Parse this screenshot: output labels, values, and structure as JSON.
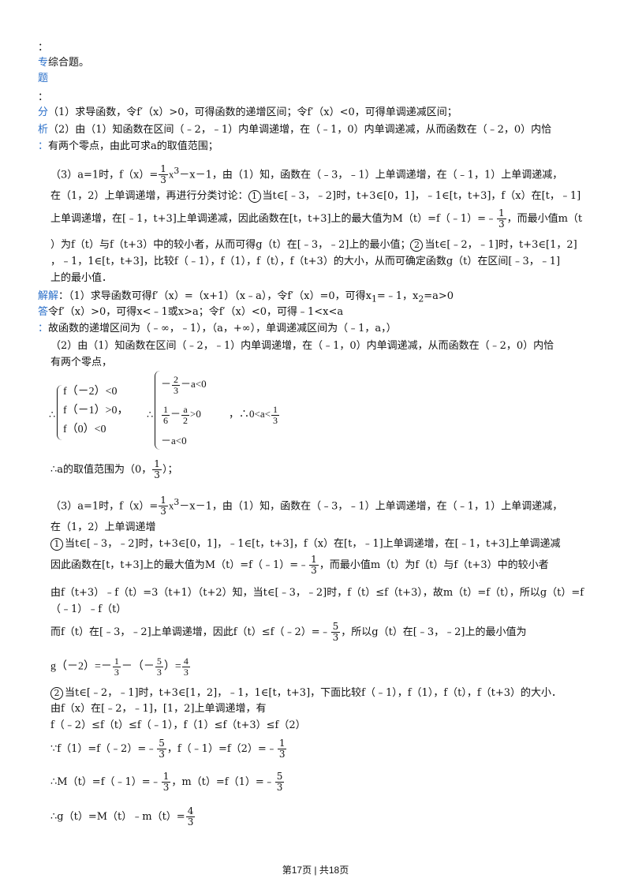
{
  "header": {
    "colon": "：",
    "zhuan": "专",
    "zhuan_text": "综合题。",
    "ti": "题",
    "colon2": "：",
    "fen": "分",
    "fen_text": "（1）求导函数，令f′（x）>0，可得函数的递增区间；令f′（x）<0，可得单调递减区间；",
    "xi": "析",
    "xi_text": "（2）由（1）知函数在区间（﹣2，﹣1）内单调递增，在（﹣1，0）内单调递减，从而函数在（﹣2，0）内恰",
    "colon3": "：",
    "xi_text2": "有两个零点，由此可求a的取值范围；"
  },
  "analysis": {
    "p3_a": "（3）a=1时，f（x）=",
    "p3_frac_n": "1",
    "p3_frac_d": "3",
    "p3_b": "x",
    "p3_sup": "3",
    "p3_c": "－x－1，由（1）知，函数在（﹣3，﹣1）上单调递增，在（﹣1，1）上单调递减，",
    "l2": "在（1，2）上单调递增，再进行分类讨论：",
    "l2_circ": "1",
    "l2_b": "当t∈[﹣3，﹣2]时，t+3∈[0，1]，﹣1∈[t，t+3]，f（x）在[t，﹣1]",
    "l3_a": "上单调递增，在[﹣1，t+3]上单调递减，因此函数在[t，t+3]上的最大值为M（t）=f（﹣1）=﹣",
    "l3_frac_n": "1",
    "l3_frac_d": "3",
    "l3_b": "，而最小值m（t",
    "l4_a": "）为f（t）与f（t+3）中的较小者，从而可得g（t）在[﹣3，﹣2]上的最小值；",
    "l4_circ": "2",
    "l4_b": "当t∈[﹣2，﹣1]时，t+3∈[1，2]",
    "l5": "，﹣1，1∈[t，t+3]，比较f（﹣1），f（1），f（t），f（t+3）的大小，从而可确定函数g（t）在区间[﹣3，﹣1]",
    "l6": "上的最小值．"
  },
  "solution": {
    "jie": "解解",
    "jie_text_a": "：（1）求导函数可得f′（x）=（x+1）（x﹣a），令f′（x）=0，可得x",
    "x1sub": "1",
    "jie_text_b": "=﹣1，x",
    "x2sub": "2",
    "jie_text_c": "=a>0",
    "da": "答",
    "da_text": "令f′（x）>0，可得x<﹣1或x>a；令f′（x）<0，可得﹣1<x<a",
    "colon": "：",
    "s1": "故函数的递增区间为（﹣∞，﹣1），（a，+∞），单调递减区间为（﹣1，a，）",
    "s2": "（2）由（1）知函数在区间（﹣2，﹣1）内单调递增，在（﹣1，0）内单调递减，从而函数在（﹣2，0）内恰",
    "s3": "有两个零点，",
    "sys1_therefore": "∴",
    "sys1_r1": "f（－2）<0",
    "sys1_r2": "f（－1）>0，",
    "sys1_r3": "f（0）<0",
    "sys2_therefore": "∴",
    "sys2_r1_a": "－",
    "sys2_r1_n": "2",
    "sys2_r1_d": "3",
    "sys2_r1_b": "－a<0",
    "sys2_r2_n1": "1",
    "sys2_r2_d1": "6",
    "sys2_r2_mid": "－",
    "sys2_r2_n2": "a",
    "sys2_r2_d2": "2",
    "sys2_r2_b": ">0",
    "sys2_r3": "－a<0",
    "res_a": "，∴0<a<",
    "res_n": "1",
    "res_d": "3",
    "range_a": "∴a的取值范围为（0，",
    "range_n": "1",
    "range_d": "3",
    "range_b": "）；",
    "p3_a": "（3）a=1时，f（x）=",
    "p3_n": "1",
    "p3_d": "3",
    "p3_b": "x",
    "p3_sup": "3",
    "p3_c": "－x－1，由（1）知，函数在（﹣3，﹣1）上单调递增，在（﹣1，1）上单调递减，",
    "p3_l2": "在（1，2）上单调递增",
    "c1_circ": "1",
    "c1": "当t∈[﹣3，﹣2]时，t+3∈[0，1]，﹣1∈[t，t+3]，f（x）在[t，﹣1]上单调递增，在[﹣1，t+3]上单调递减",
    "c2_a": "因此函数在[t，t+3]上的最大值为M（t）=f（﹣1）=﹣",
    "c2_n": "1",
    "c2_d": "3",
    "c2_b": "，而最小值m（t）为f（t）与f（t+3）中的较小者",
    "c3": "由f（t+3）﹣f（t）=3（t+1）（t+2）知，当t∈[﹣3，﹣2]时，f（t）≤f（t+3），故m（t）=f（t），所以g（t）=f",
    "c4": "（﹣1）﹣f（t）",
    "c5_a": "而f（t）在[﹣3，﹣2]上单调递增，因此f（t）≤f（﹣2）=﹣",
    "c5_n": "5",
    "c5_d": "3",
    "c5_b": "，所以g（t）在[﹣3，﹣2]上的最小值为",
    "c6_a": "g（－2）=－",
    "c6_n1": "1",
    "c6_d1": "3",
    "c6_mid": "－（－",
    "c6_n2": "5",
    "c6_d2": "3",
    "c6_b": "）=",
    "c6_n3": "4",
    "c6_d3": "3",
    "d1_circ": "2",
    "d1": "当t∈[﹣2，﹣1]时，t+3∈[1，2]，﹣1，1∈[t，t+3]，下面比较f（﹣1），f（1），f（t），f（t+3）的大小．",
    "d2": "由f（x）在[﹣2，﹣1]，[1，2]上单调递增，有",
    "d3": "f（﹣2）≤f（t）≤f（﹣1），f（1）≤f（t+3）≤f（2）",
    "d4_a": "∵f（1）=f（﹣2）=﹣",
    "d4_n1": "5",
    "d4_d1": "3",
    "d4_b": "，f（﹣1）=f（2）=﹣",
    "d4_n2": "1",
    "d4_d2": "3",
    "d5_a": "∴M（t）=f（﹣1）=﹣",
    "d5_n1": "1",
    "d5_d1": "3",
    "d5_b": "，m（t）=f（1）=﹣",
    "d5_n2": "5",
    "d5_d2": "3",
    "d6_a": "∴g（t）=M（t）﹣m（t）=",
    "d6_n": "4",
    "d6_d": "3"
  },
  "footer": {
    "text": "第17页 | 共18页"
  }
}
